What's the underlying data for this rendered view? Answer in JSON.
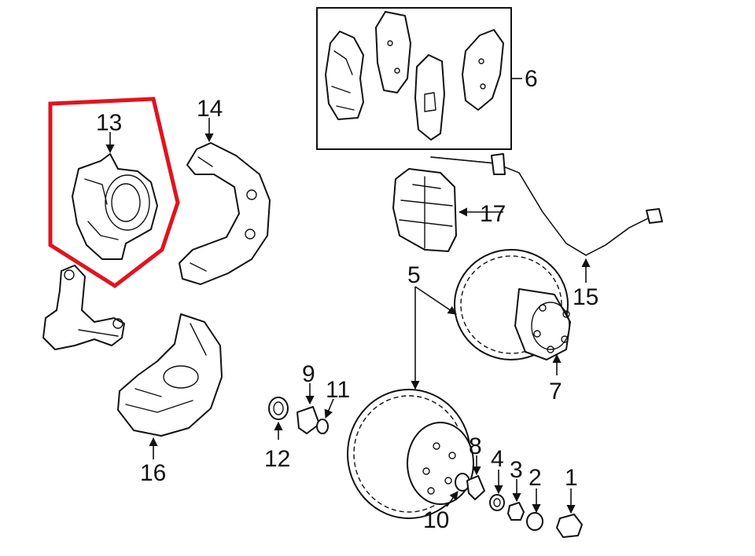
{
  "diagram": {
    "callouts": [
      {
        "id": "1",
        "text": "1"
      },
      {
        "id": "2",
        "text": "2"
      },
      {
        "id": "3",
        "text": "3"
      },
      {
        "id": "4",
        "text": "4"
      },
      {
        "id": "5",
        "text": "5"
      },
      {
        "id": "6",
        "text": "6"
      },
      {
        "id": "7",
        "text": "7"
      },
      {
        "id": "8",
        "text": "8"
      },
      {
        "id": "9",
        "text": "9"
      },
      {
        "id": "10",
        "text": "10"
      },
      {
        "id": "11",
        "text": "11"
      },
      {
        "id": "12",
        "text": "12"
      },
      {
        "id": "13",
        "text": "13"
      },
      {
        "id": "14",
        "text": "14"
      },
      {
        "id": "15",
        "text": "15"
      },
      {
        "id": "16",
        "text": "16"
      },
      {
        "id": "17",
        "text": "17"
      }
    ],
    "highlight": {
      "part": "13",
      "color": "#e0141e"
    },
    "line_color": "#111111",
    "background": "#ffffff"
  }
}
